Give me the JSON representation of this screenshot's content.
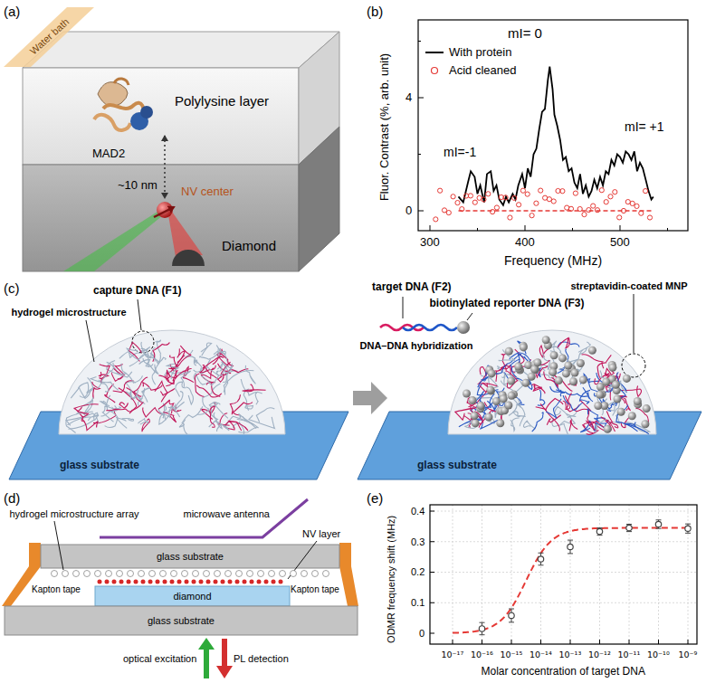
{
  "diagram": {
    "nodes": [
      {
        "text": [
          "Polylysine layer"
        ]
      },
      {
        "text": [
          "Diamond"
        ]
      },
      {
        "text": [
          "glass substrate"
        ]
      },
      {
        "text": [
          "glass substrate"
        ]
      },
      {
        "text": [
          "glass substrate"
        ]
      },
      {
        "text": [
          "diamond"
        ]
      },
      {
        "text": [
          "glass substrate"
        ]
      }
    ],
    "labels": [
      "(a)",
      "Water bath",
      "MAD2",
      "~10 nm",
      "NV center",
      "(b)",
      "mI= 0",
      "mI=-1",
      "mI= +1",
      "0",
      "4",
      "300",
      "400",
      "500",
      "Frequency (MHz)",
      "Fluor. Contrast (%, arb. unit)",
      "(c)",
      "capture DNA (F1)",
      "hydrogel microstructure",
      "target DNA (F2)",
      "biotinylated reporter DNA (F3)",
      "streptavidin-coated MNP",
      "DNA–DNA hybridization",
      "(d)",
      "hydrogel microstructure array",
      "microwave antenna",
      "NV layer",
      "Kapton tape",
      "Kapton tape",
      "optical excitation",
      "PL detection",
      "(e)",
      "0",
      "0.1",
      "0.2",
      "0.3",
      "0.4",
      "10⁻¹⁷",
      "10⁻¹⁶",
      "10⁻¹⁵",
      "10⁻¹⁴",
      "10⁻¹³",
      "10⁻¹²",
      "10⁻¹¹",
      "10⁻¹⁰",
      "10⁻⁹",
      "Molar concentration of target DNA",
      "ODMR frequency shift (MHz)"
    ],
    "legend": [
      {
        "text": "With protein"
      },
      {
        "text": "Acid cleaned"
      }
    ]
  }
}
